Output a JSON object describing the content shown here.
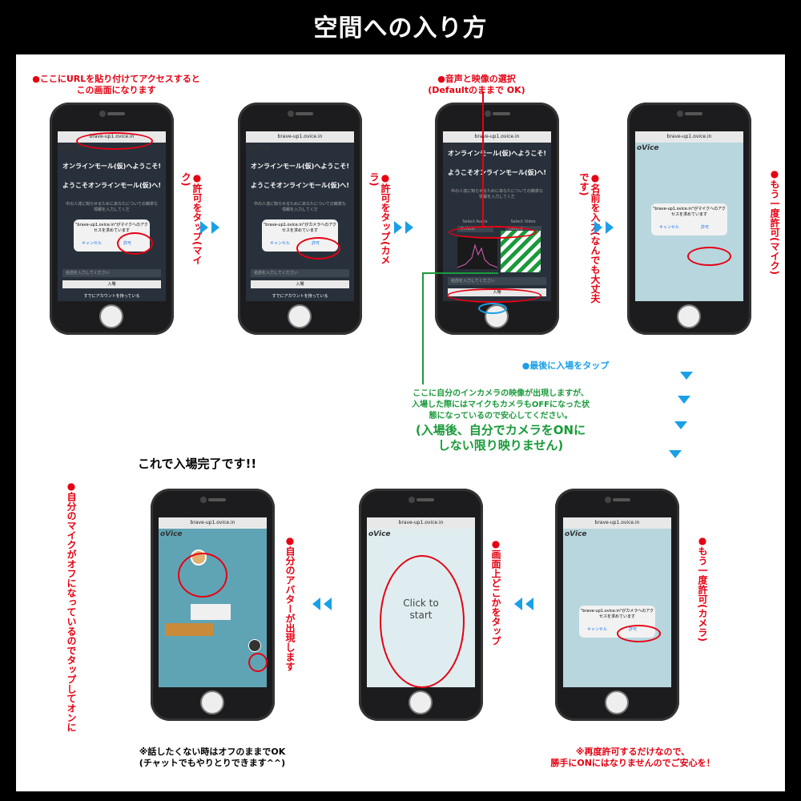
{
  "title": "空間への入り方",
  "url": "brave-up1.ovice.in",
  "logo": "oVice",
  "step1": {
    "note": "●ここにURLを貼り付けてアクセスすると\nこの画面になります",
    "side": "●許可をタップ(マイク)",
    "welcome1": "オンラインモール(仮)へようこそ!",
    "welcome2": "ようこそオンラインモール(仮)へ!",
    "small": "中の人達に知らせるためにあなたについての簡単な情報を入力してくだ",
    "dialog": "\"brave-up1.ovice.in\"がマイクへのアクセスを求めています",
    "cancel": "キャンセル",
    "allow": "許可",
    "name_placeholder": "名前を入力してください",
    "enter": "入場",
    "account": "すでにアカウントを持っている"
  },
  "step2": {
    "side": "●許可をタップ(カメラ)",
    "dialog": "\"brave-up1.ovice.in\"がカメラへのアクセスを求めています"
  },
  "step3": {
    "note": "●音声と映像の選択\n(Defaultのままで OK)",
    "side": "●名前を入力(なんでも大丈夫です)",
    "select_audio": "Select Audio",
    "select_video": "Select Video",
    "default": "Default",
    "tap_note": "●最後に入場をタップ",
    "camera_note": "ここに自分のインカメラの映像が出現しますが、\n入場した際にはマイクもカメラもOFFになった状\n態になっているので安心してください。",
    "camera_note2": "(入場後、自分でカメラをONに\nしない限り映りません)"
  },
  "step4": {
    "side": "●もう一度許可(マイク)"
  },
  "step5": {
    "side": "●もう一度許可(カメラ)",
    "bottom_note": "※再度許可するだけなので、\n勝手にONにはなりませんのでご安心を！"
  },
  "step6": {
    "side": "●画面上どこかをタップ",
    "click": "Click to\nstart"
  },
  "step7": {
    "heading": "これで入場完了です!!",
    "side1": "●自分のアバターが出現します",
    "side2": "●自分のマイクがオフになっているのでタップしてオンに",
    "bottom_note": "※話したくない時はオフのままでOK\n(チャットでもやりとりできます^^)"
  },
  "colors": {
    "accent_red": "#e60012",
    "accent_blue": "#1aa0e6",
    "accent_green": "#1a9a3a"
  }
}
